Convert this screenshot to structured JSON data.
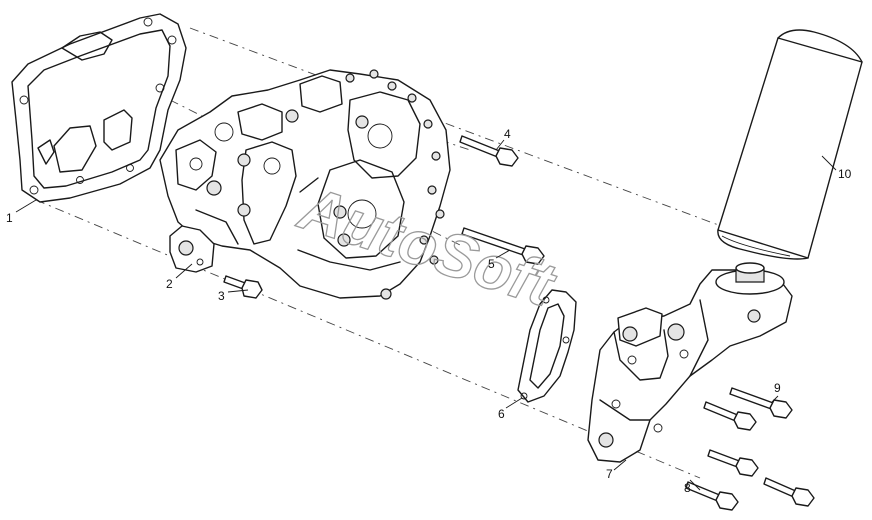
{
  "diagram": {
    "watermark": "AutoSoft",
    "callouts": [
      {
        "id": "1",
        "label": "1"
      },
      {
        "id": "2",
        "label": "2"
      },
      {
        "id": "3",
        "label": "3"
      },
      {
        "id": "4",
        "label": "4"
      },
      {
        "id": "5",
        "label": "5"
      },
      {
        "id": "6",
        "label": "6"
      },
      {
        "id": "7",
        "label": "7"
      },
      {
        "id": "8",
        "label": "8"
      },
      {
        "id": "9",
        "label": "9"
      },
      {
        "id": "10",
        "label": "10"
      }
    ]
  }
}
